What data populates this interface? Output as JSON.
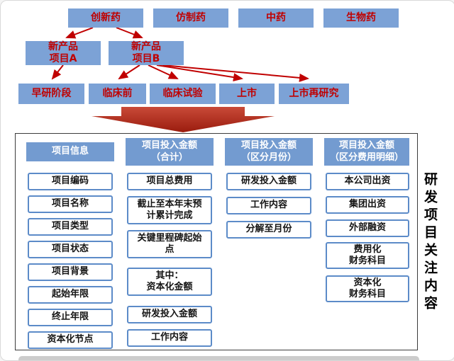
{
  "colors": {
    "box_blue": "#7CA2D6",
    "header_blue": "#739BD0",
    "item_border": "#5C8BC8",
    "red_text": "#C00000",
    "arrow_red": "#C00000"
  },
  "drug_types": [
    {
      "label": "创新药"
    },
    {
      "label": "仿制药"
    },
    {
      "label": "中药"
    },
    {
      "label": "生物药"
    }
  ],
  "projects": [
    {
      "label": "新产品\n项目A"
    },
    {
      "label": "新产品\n项目B"
    }
  ],
  "stages": [
    {
      "label": "早研阶段"
    },
    {
      "label": "临床前"
    },
    {
      "label": "临床试验"
    },
    {
      "label": "上市"
    },
    {
      "label": "上市再研究"
    }
  ],
  "detail_columns": [
    {
      "header": "项目信息",
      "items": [
        "项目编码",
        "项目名称",
        "项目类型",
        "项目状态",
        "项目背景",
        "起始年限",
        "终止年限",
        "资本化节点"
      ]
    },
    {
      "header": "项目投入金额\n（合计）",
      "items": [
        "项目总费用",
        "截止至本年末预\n计累计完成",
        "关键里程碑起始\n点",
        "其中：\n资本化金额",
        "研发投入金额",
        "工作内容"
      ]
    },
    {
      "header": "项目投入金额\n（区分月份）",
      "items": [
        "研发投入金额",
        "工作内容",
        "分解至月份"
      ]
    },
    {
      "header": "项目投入金额\n（区分费用明细）",
      "items": [
        "本公司出资",
        "集团出资",
        "外部融资",
        "费用化\n财务科目",
        "资本化\n财务科目"
      ]
    }
  ],
  "side_label": "研发项目关注内容"
}
